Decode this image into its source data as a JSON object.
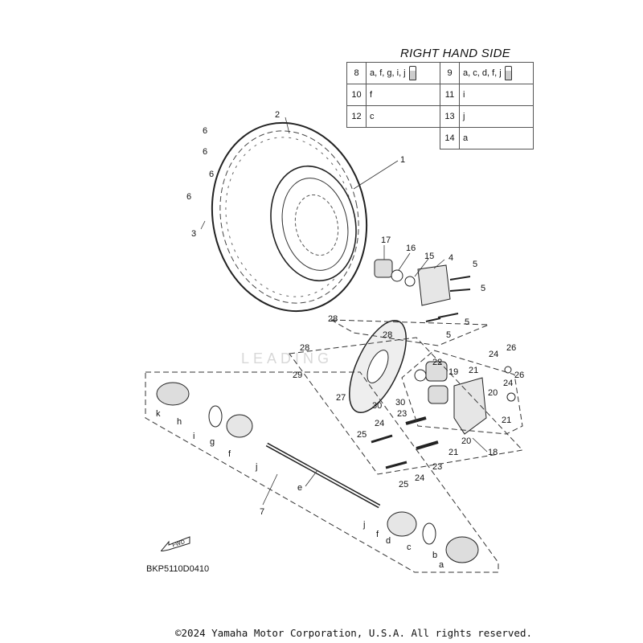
{
  "header": {
    "side_label": "RIGHT HAND SIDE"
  },
  "legend_rows": [
    {
      "n1": "8",
      "t1": "a, f, g, i, j",
      "tube1": true,
      "n2": "9",
      "t2": "a, c, d, f, j",
      "tube2": true
    },
    {
      "n1": "10",
      "t1": "f",
      "tube1": false,
      "n2": "11",
      "t2": "i",
      "tube2": false
    },
    {
      "n1": "12",
      "t1": "c",
      "tube1": false,
      "n2": "13",
      "t2": "j",
      "tube2": false
    },
    {
      "n1": "",
      "t1": "",
      "tube1": false,
      "n2": "14",
      "t2": "a",
      "tube2": false
    }
  ],
  "callouts": {
    "c1": "1",
    "c2": "2",
    "c3": "3",
    "c4": "4",
    "c5": "5",
    "c6": "6",
    "c7": "7",
    "c15": "15",
    "c16": "16",
    "c17": "17",
    "c18": "18",
    "c19": "19",
    "c20": "20",
    "c21": "21",
    "c22": "22",
    "c23": "23",
    "c24": "24",
    "c25": "25",
    "c26": "26",
    "c27": "27",
    "c28": "28",
    "c29": "29",
    "c30": "30",
    "a": "a",
    "b": "b",
    "c": "c",
    "d": "d",
    "e": "e",
    "f": "f",
    "g": "g",
    "h": "h",
    "i": "i",
    "j": "j",
    "k": "k"
  },
  "fwd_label": "FWD",
  "watermark": "LEADING",
  "diagram_code": "BKP5110D0410",
  "copyright": "©2024 Yamaha Motor Corporation, U.S.A. All rights reserved."
}
